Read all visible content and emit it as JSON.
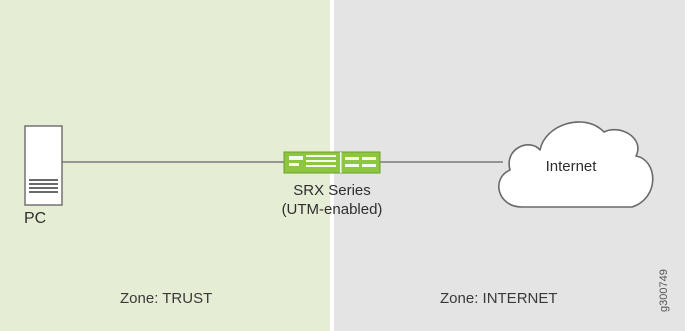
{
  "zones": {
    "trust": {
      "label": "Zone: TRUST",
      "color": "#e6edd5"
    },
    "internet": {
      "label": "Zone: INTERNET",
      "color": "#e4e4e4"
    }
  },
  "devices": {
    "pc": {
      "label": "PC",
      "icon": "pc-tower-icon"
    },
    "srx": {
      "line1": "SRX Series",
      "line2": "(UTM-enabled)",
      "icon": "srx-device-icon",
      "color": "#8dc63f"
    },
    "internet": {
      "label": "Internet",
      "icon": "cloud-icon"
    }
  },
  "figure_id": "g300749"
}
